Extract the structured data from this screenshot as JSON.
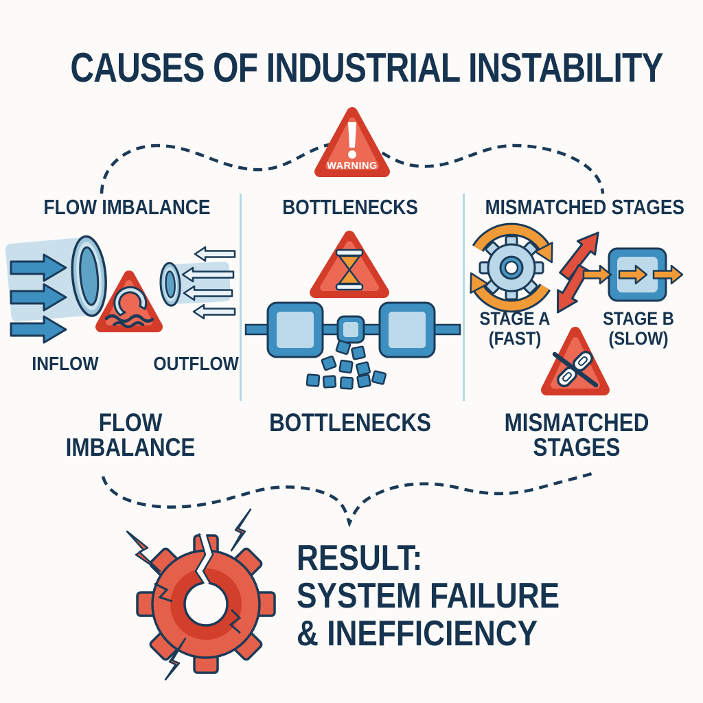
{
  "title": "CAUSES OF INDUSTRIAL INSTABILITY",
  "warning": {
    "label": "WARNING"
  },
  "columns": {
    "flow_imbalance": {
      "header": "FLOW IMBALANCE",
      "inflow_label": "INFLOW",
      "outflow_label": "OUTFLOW",
      "footer_line1": "FLOW",
      "footer_line2": "IMBALANCE"
    },
    "bottlenecks": {
      "header": "BOTTLENECKS",
      "footer": "BOTTLENECKS"
    },
    "mismatched_stages": {
      "header": "MISMATCHED STAGES",
      "stage_a_line1": "STAGE A",
      "stage_a_line2": "(FAST)",
      "stage_b_line1": "STAGE B",
      "stage_b_line2": "(SLOW)",
      "footer_line1": "MISMATCHED",
      "footer_line2": "STAGES"
    }
  },
  "result": {
    "line1": "RESULT:",
    "line2": "SYSTEM FAILURE",
    "line3": "& INEFFICIENCY"
  },
  "icons": {
    "top_warning": "warning-triangle-exclamation",
    "flow_warning": "warning-triangle-wave",
    "bottleneck_warning": "warning-triangle-hourglass",
    "mismatch_warning": "warning-triangle-broken-chain",
    "stage_a": "gear-with-cycle-arrows",
    "stage_b": "process-box-with-arrows",
    "result": "cracked-gear-with-lightning-bolts"
  },
  "colors": {
    "navy_text": "#16334f",
    "outline_navy": "#1b3a57",
    "triangle_red": "#d23c29",
    "triangle_red_light": "#ec6954",
    "arrow_blue": "#3d8fc0",
    "panel_blue_light": "#bcd9ea",
    "pipe_blue_pale": "#c9dfec",
    "orange": "#f09a38",
    "broken_red": "#e0503c",
    "gear_red": "#e4604a",
    "gear_red_dark": "#d23f2b",
    "divider_blue": "#b5d8e6",
    "background": "#fcfbf9"
  }
}
